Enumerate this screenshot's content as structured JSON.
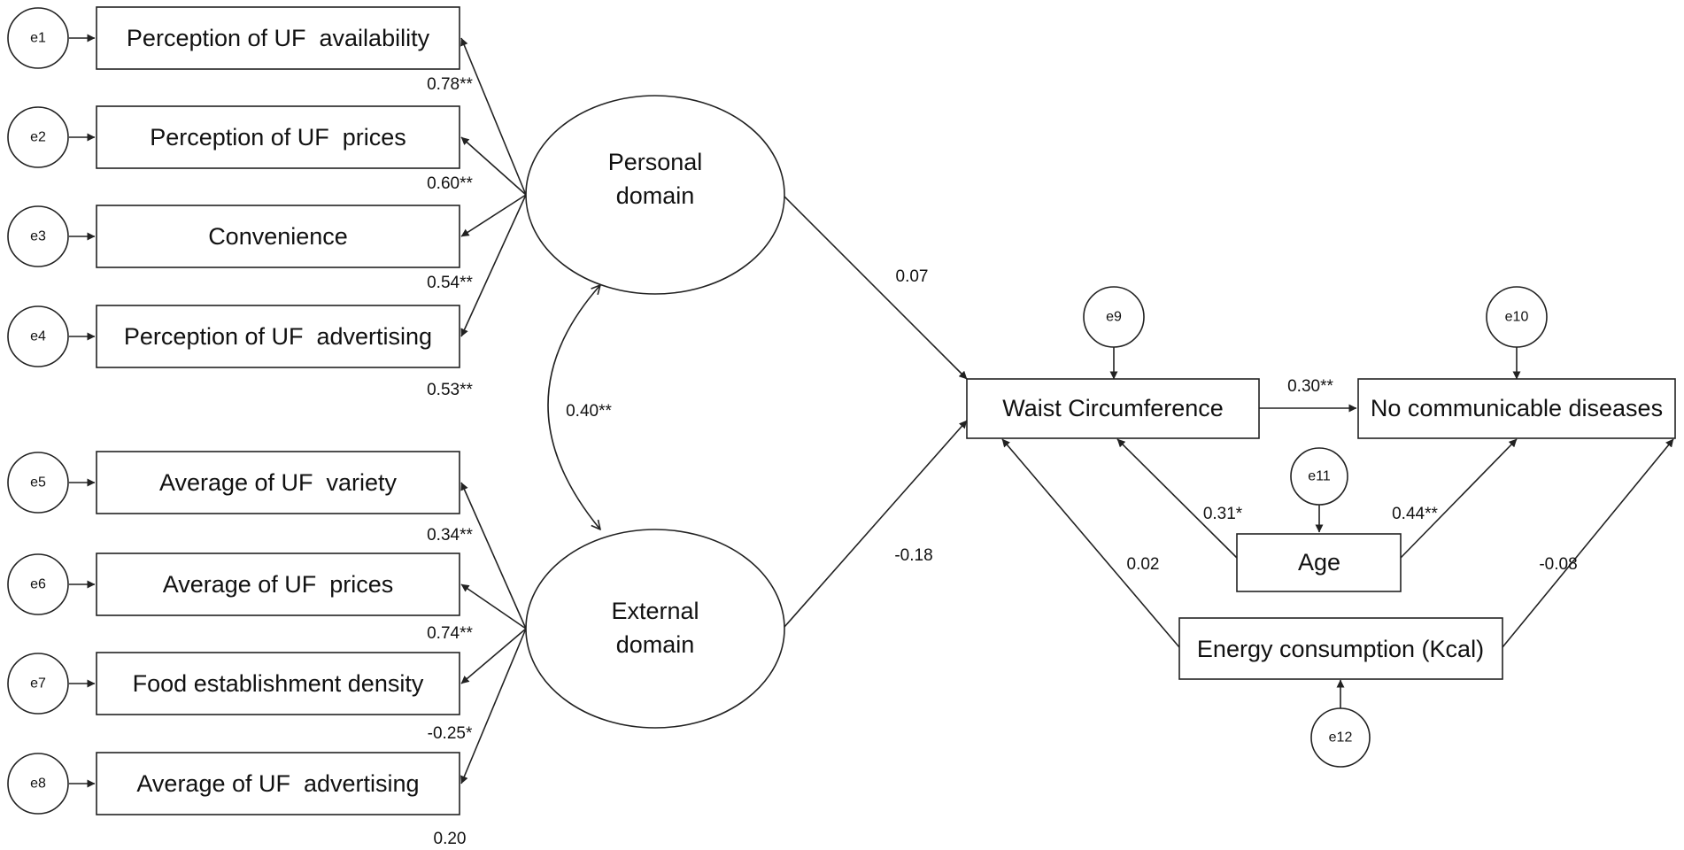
{
  "indicators": [
    {
      "id": "i1",
      "error": "e1",
      "label": "Perception of UF  availability",
      "loading": "0.78**",
      "latent": "personal"
    },
    {
      "id": "i2",
      "error": "e2",
      "label": "Perception of UF  prices",
      "loading": "0.60**",
      "latent": "personal"
    },
    {
      "id": "i3",
      "error": "e3",
      "label": "Convenience",
      "loading": "0.54**",
      "latent": "personal"
    },
    {
      "id": "i4",
      "error": "e4",
      "label": "Perception of UF  advertising",
      "loading": "0.53**",
      "latent": "personal"
    },
    {
      "id": "i5",
      "error": "e5",
      "label": "Average of UF  variety",
      "loading": "0.34**",
      "latent": "external"
    },
    {
      "id": "i6",
      "error": "e6",
      "label": "Average of UF  prices",
      "loading": "0.74**",
      "latent": "external"
    },
    {
      "id": "i7",
      "error": "e7",
      "label": "Food establishment density",
      "loading": "-0.25*",
      "latent": "external"
    },
    {
      "id": "i8",
      "error": "e8",
      "label": "Average of UF  advertising",
      "loading": "0.20",
      "latent": "external"
    }
  ],
  "latents": {
    "personal": {
      "line1": "Personal",
      "line2": "domain"
    },
    "external": {
      "line1": "External",
      "line2": "domain"
    }
  },
  "observed": {
    "waist": {
      "label": "Waist Circumference",
      "error": "e9"
    },
    "ncd": {
      "label": "No communicable diseases",
      "error": "e10"
    },
    "age": {
      "label": "Age",
      "error": "e11"
    },
    "energy": {
      "label": "Energy consumption (Kcal)",
      "error": "e12"
    }
  },
  "paths": {
    "latent_covariance": "0.40**",
    "personal_to_waist": "0.07",
    "external_to_waist": "-0.18",
    "waist_to_ncd": "0.30**",
    "age_to_waist": "0.31*",
    "age_to_ncd": "0.44**",
    "energy_to_waist": "0.02",
    "energy_to_ncd": "-0.08"
  }
}
